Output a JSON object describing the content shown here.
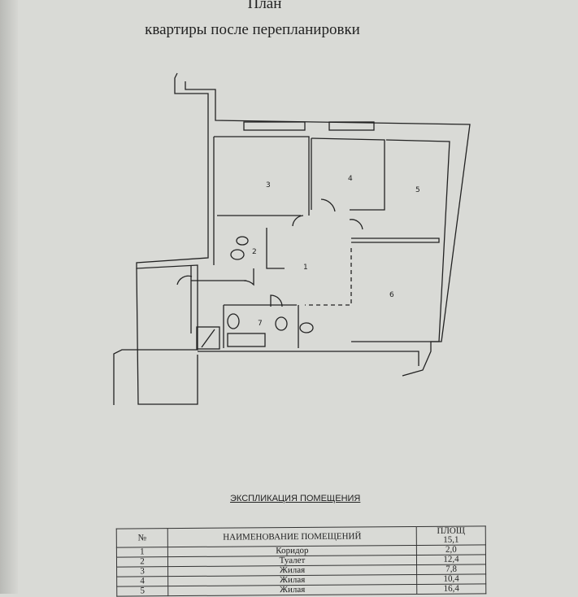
{
  "header": {
    "title": "План",
    "subtitle": "квартиры после перепланировки"
  },
  "plan": {
    "room_labels": [
      "1",
      "2",
      "3",
      "4",
      "5",
      "6",
      "7"
    ]
  },
  "explication": {
    "title": "ЭКСПЛИКАЦИЯ ПОМЕЩЕНИЯ",
    "columns": [
      "№",
      "НАИМЕНОВАНИЕ ПОМЕЩЕНИЙ",
      "ПЛОЩ"
    ],
    "header_area": "15,1",
    "rows": [
      {
        "no": "1",
        "name": "Коридор",
        "area": "2,0"
      },
      {
        "no": "2",
        "name": "Туалет",
        "area": "12,4"
      },
      {
        "no": "3",
        "name": "Жилая",
        "area": "7,8"
      },
      {
        "no": "4",
        "name": "Жилая",
        "area": "10,4"
      },
      {
        "no": "5",
        "name": "Жилая",
        "area": "16,4"
      }
    ]
  }
}
